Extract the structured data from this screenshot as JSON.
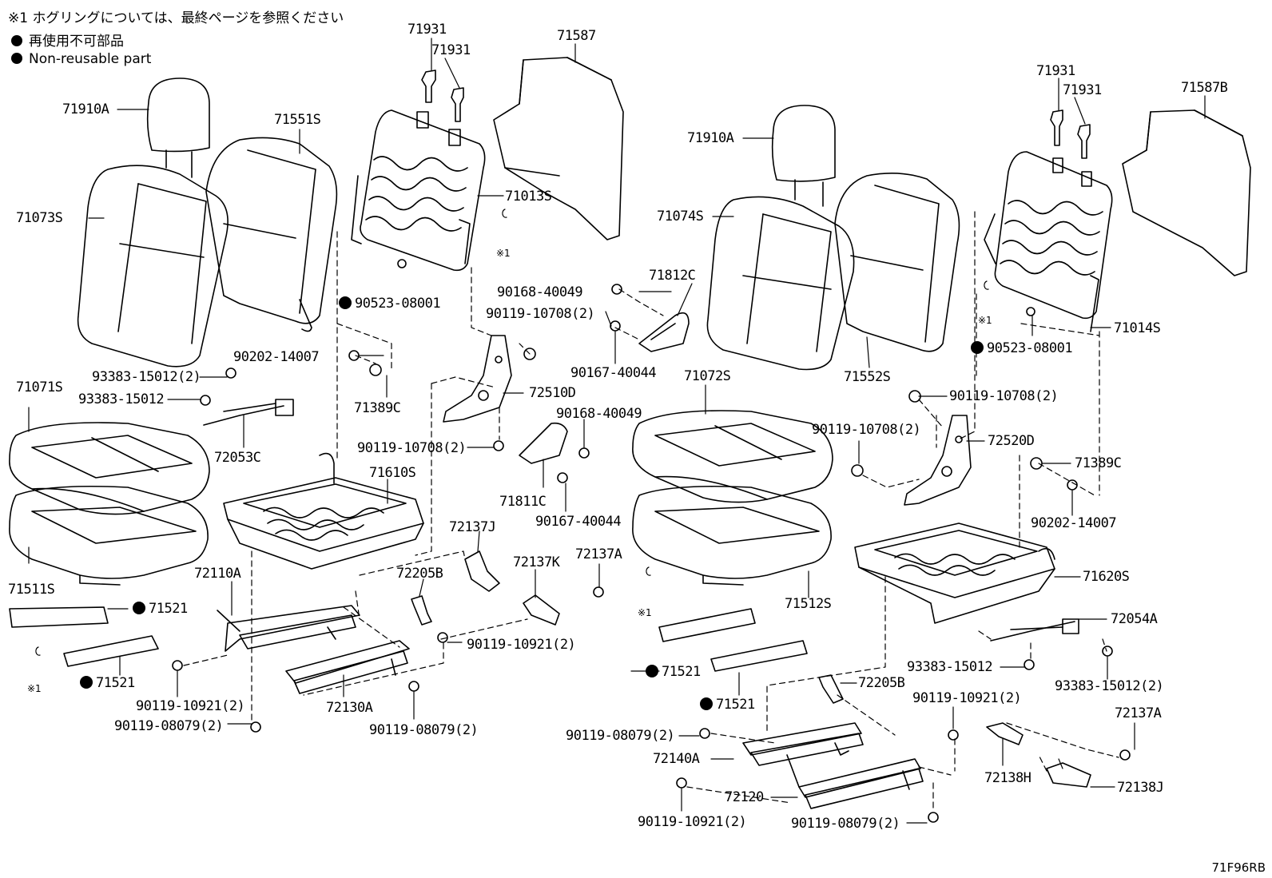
{
  "notes": {
    "line1": "※1 ホグリングについては、最終ページを参照ください",
    "line2": "再使用不可部品",
    "line3": "Non-reusable part"
  },
  "labels": [
    {
      "id": "71931-l1",
      "text": "71931",
      "nr": false
    },
    {
      "id": "71931-l2",
      "text": "71931",
      "nr": false
    },
    {
      "id": "71587",
      "text": "71587",
      "nr": false
    },
    {
      "id": "71910A-l",
      "text": "71910A",
      "nr": false
    },
    {
      "id": "71551S",
      "text": "71551S",
      "nr": false
    },
    {
      "id": "71013S",
      "text": "71013S",
      "nr": false
    },
    {
      "id": "71073S",
      "text": "71073S",
      "nr": false
    },
    {
      "id": "90523-08001-l",
      "text": "90523-08001",
      "nr": true
    },
    {
      "id": "90168-40049-a",
      "text": "90168-40049",
      "nr": false
    },
    {
      "id": "71812C",
      "text": "71812C",
      "nr": false
    },
    {
      "id": "90119-10708-a",
      "text": "90119-10708(2)",
      "nr": false
    },
    {
      "id": "90202-14007-l",
      "text": "90202-14007",
      "nr": false
    },
    {
      "id": "93383-15012-a",
      "text": "93383-15012(2)",
      "nr": false
    },
    {
      "id": "90167-40044-a",
      "text": "90167-40044",
      "nr": false
    },
    {
      "id": "71071S",
      "text": "71071S",
      "nr": false
    },
    {
      "id": "93383-15012-b",
      "text": "93383-15012",
      "nr": false
    },
    {
      "id": "71389C-l",
      "text": "71389C",
      "nr": false
    },
    {
      "id": "72510D",
      "text": "72510D",
      "nr": false
    },
    {
      "id": "72053C",
      "text": "72053C",
      "nr": false
    },
    {
      "id": "90168-40049-b",
      "text": "90168-40049",
      "nr": false
    },
    {
      "id": "90119-10708-b",
      "text": "90119-10708(2)",
      "nr": false
    },
    {
      "id": "71610S",
      "text": "71610S",
      "nr": false
    },
    {
      "id": "71811C",
      "text": "71811C",
      "nr": false
    },
    {
      "id": "90167-40044-b",
      "text": "90167-40044",
      "nr": false
    },
    {
      "id": "72137J",
      "text": "72137J",
      "nr": false
    },
    {
      "id": "72137K",
      "text": "72137K",
      "nr": false
    },
    {
      "id": "72137A-l",
      "text": "72137A",
      "nr": false
    },
    {
      "id": "72110A",
      "text": "72110A",
      "nr": false
    },
    {
      "id": "72205B-l",
      "text": "72205B",
      "nr": false
    },
    {
      "id": "71511S",
      "text": "71511S",
      "nr": false
    },
    {
      "id": "71521-l1",
      "text": "71521",
      "nr": true
    },
    {
      "id": "90119-10921-a",
      "text": "90119-10921(2)",
      "nr": false
    },
    {
      "id": "71521-l2",
      "text": "71521",
      "nr": true
    },
    {
      "id": "90119-10921-b",
      "text": "90119-10921(2)",
      "nr": false
    },
    {
      "id": "72130A",
      "text": "72130A",
      "nr": false
    },
    {
      "id": "90119-08079-a",
      "text": "90119-08079(2)",
      "nr": false
    },
    {
      "id": "90119-08079-b",
      "text": "90119-08079(2)",
      "nr": false
    },
    {
      "id": "71931-r1",
      "text": "71931",
      "nr": false
    },
    {
      "id": "71931-r2",
      "text": "71931",
      "nr": false
    },
    {
      "id": "71587B",
      "text": "71587B",
      "nr": false
    },
    {
      "id": "71910A-r",
      "text": "71910A",
      "nr": false
    },
    {
      "id": "71074S",
      "text": "71074S",
      "nr": false
    },
    {
      "id": "71014S",
      "text": "71014S",
      "nr": false
    },
    {
      "id": "90523-08001-r",
      "text": "90523-08001",
      "nr": true
    },
    {
      "id": "71552S",
      "text": "71552S",
      "nr": false
    },
    {
      "id": "71072S",
      "text": "71072S",
      "nr": false
    },
    {
      "id": "90119-10708-c",
      "text": "90119-10708(2)",
      "nr": false
    },
    {
      "id": "90119-10708-d",
      "text": "90119-10708(2)",
      "nr": false
    },
    {
      "id": "72520D",
      "text": "72520D",
      "nr": false
    },
    {
      "id": "71389C-r",
      "text": "71389C",
      "nr": false
    },
    {
      "id": "90202-14007-r",
      "text": "90202-14007",
      "nr": false
    },
    {
      "id": "71620S",
      "text": "71620S",
      "nr": false
    },
    {
      "id": "71512S",
      "text": "71512S",
      "nr": false
    },
    {
      "id": "72054A",
      "text": "72054A",
      "nr": false
    },
    {
      "id": "93383-15012-c",
      "text": "93383-15012",
      "nr": false
    },
    {
      "id": "93383-15012-d",
      "text": "93383-15012(2)",
      "nr": false
    },
    {
      "id": "71521-r1",
      "text": "71521",
      "nr": true
    },
    {
      "id": "72205B-r",
      "text": "72205B",
      "nr": false
    },
    {
      "id": "90119-10921-c",
      "text": "90119-10921(2)",
      "nr": false
    },
    {
      "id": "71521-r2",
      "text": "71521",
      "nr": true
    },
    {
      "id": "72137A-r",
      "text": "72137A",
      "nr": false
    },
    {
      "id": "90119-08079-c",
      "text": "90119-08079(2)",
      "nr": false
    },
    {
      "id": "72140A",
      "text": "72140A",
      "nr": false
    },
    {
      "id": "72138H",
      "text": "72138H",
      "nr": false
    },
    {
      "id": "72138J",
      "text": "72138J",
      "nr": false
    },
    {
      "id": "72120",
      "text": "72120",
      "nr": false
    },
    {
      "id": "90119-10921-d",
      "text": "90119-10921(2)",
      "nr": false
    },
    {
      "id": "90119-08079-d",
      "text": "90119-08079(2)",
      "nr": false
    }
  ],
  "hog_marks": [
    "※1",
    "※1",
    "※1",
    "※1"
  ],
  "diagram_code": "71F96RB"
}
